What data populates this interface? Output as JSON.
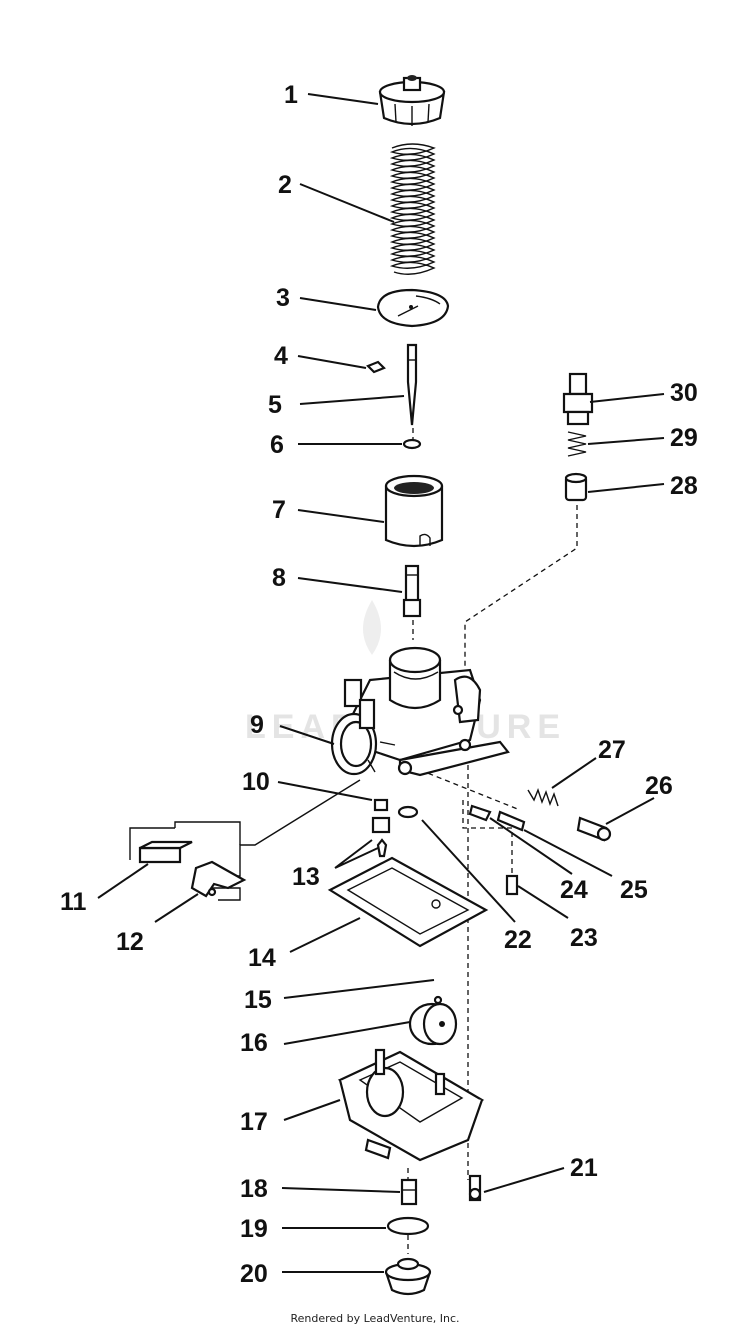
{
  "diagram": {
    "callouts": [
      "1",
      "2",
      "3",
      "4",
      "5",
      "6",
      "7",
      "8",
      "9",
      "10",
      "11",
      "12",
      "13",
      "14",
      "15",
      "16",
      "17",
      "18",
      "19",
      "20",
      "21",
      "22",
      "23",
      "24",
      "25",
      "26",
      "27",
      "28",
      "29",
      "30"
    ],
    "watermark": "LEADVENTURE"
  },
  "footer": {
    "text": "Rendered by LeadVenture, Inc."
  }
}
